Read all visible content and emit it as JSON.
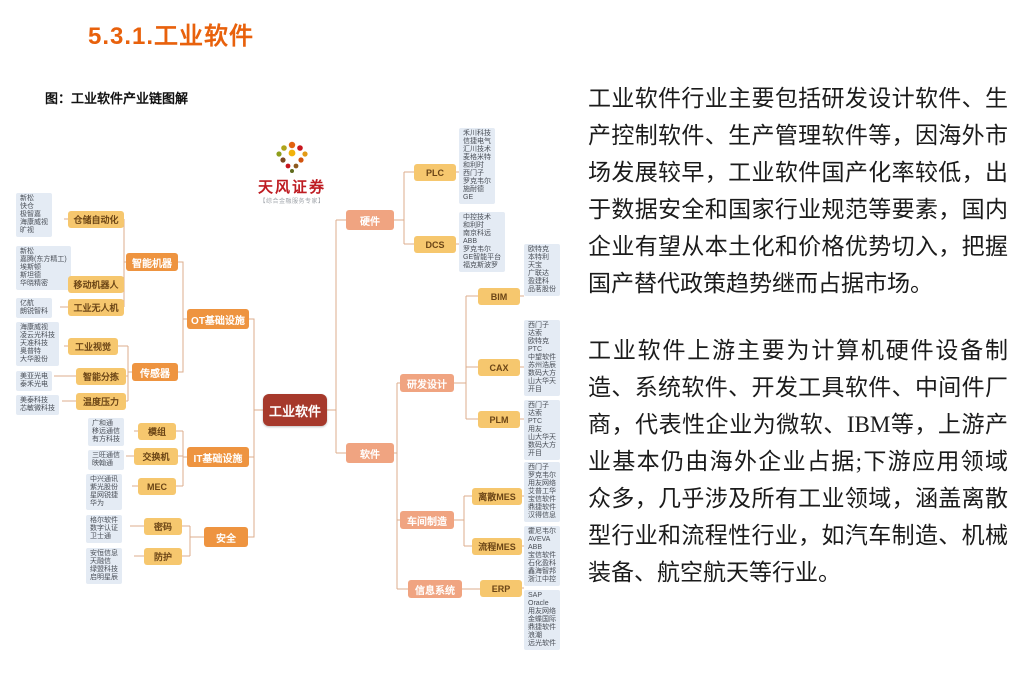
{
  "title": "5.3.1.工业软件",
  "figure_caption": "图：工业软件产业链图解",
  "logo": {
    "name": "天风证券",
    "tagline": "【综合金融服务专家】"
  },
  "colors": {
    "title_orange": "#E8610C",
    "center_red": "#A6392B",
    "branch_orange": "#EE9440",
    "branch_salmon": "#F0A481",
    "leaf_yellow": "#F6C76E",
    "company_block_bg": "#E4EBF4",
    "logo_red": "#BE1C22"
  },
  "diagram": {
    "nodes": {
      "center": "工业软件",
      "ot": "OT基础设施",
      "it": "IT基础设施",
      "anquan": "安全",
      "zhineng": "智能机器",
      "chuanganqi": "传感器",
      "cangchu": "仓储自动化",
      "yidong": "移动机器人",
      "wurenji": "工业无人机",
      "shijue": "工业视觉",
      "fenjian": "智能分拣",
      "wendu": "温度压力",
      "muzu": "模组",
      "jiaohuanji": "交换机",
      "mec": "MEC",
      "mima": "密码",
      "fanghu": "防护",
      "yingjian": "硬件",
      "ruanjian": "软件",
      "plc": "PLC",
      "dcs": "DCS",
      "yanfa": "研发设计",
      "chejian": "车间制造",
      "xinxi": "信息系统",
      "bim": "BIM",
      "cax": "CAX",
      "plm": "PLM",
      "lisan": "离散MES",
      "liucheng": "流程MES",
      "erp": "ERP"
    },
    "companies": {
      "cangchu": [
        "新松",
        "快仓",
        "极智嘉",
        "海康威视",
        "旷视"
      ],
      "yidong": [
        "新松",
        "嘉腾(东方精工)",
        "埃斯顿",
        "斯坦德",
        "华晓精密"
      ],
      "wurenji": [
        "亿航",
        "朗锐智科"
      ],
      "shijue": [
        "海康威视",
        "凌云光科技",
        "天准科技",
        "奥普特",
        "大华股份"
      ],
      "fenjian": [
        "美亚光电",
        "泰禾光电"
      ],
      "wendu": [
        "美泰科技",
        "芯敏微科技"
      ],
      "muzu": [
        "广和通",
        "移远通信",
        "有方科技"
      ],
      "jiaohuanji": [
        "三旺通信",
        "映翰通"
      ],
      "mec": [
        "中兴通讯",
        "紫光股份",
        "星网锐捷",
        "华为"
      ],
      "mima": [
        "格尔软件",
        "数字认证",
        "卫士通"
      ],
      "fanghu": [
        "安恒信息",
        "天融信",
        "绿盟科技",
        "启明星辰"
      ],
      "plc": [
        "禾川科技",
        "信捷电气",
        "汇川技术",
        "麦格米特",
        "和利时",
        "西门子",
        "罗克韦尔",
        "施耐德",
        "GE"
      ],
      "dcs": [
        "中控技术",
        "和利时",
        "南京科远",
        "ABB",
        "罗克韦尔",
        "GE智能平台",
        "福克斯波罗"
      ],
      "bim": [
        "欧特克",
        "本特利",
        "天宝",
        "广联达",
        "盈建科",
        "品茗股份"
      ],
      "cax": [
        "西门子",
        "达索",
        "欧特克",
        "PTC",
        "中望软件",
        "苏州浩辰",
        "数码大方",
        "山大华天",
        "开目"
      ],
      "plm": [
        "西门子",
        "达索",
        "PTC",
        "用友",
        "山大华天",
        "数码大方",
        "开目"
      ],
      "lisan": [
        "西门子",
        "罗克韦尔",
        "用友网络",
        "艾普工华",
        "宝信软件",
        "鼎捷软件",
        "汉得信息"
      ],
      "liucheng": [
        "霍尼韦尔",
        "AVEVA",
        "ABB",
        "宝信软件",
        "石化盈科",
        "鑫海智邦",
        "浙江中控"
      ],
      "erp": [
        "SAP",
        "Oracle",
        "用友网络",
        "金蝶国际",
        "鼎捷软件",
        "浪潮",
        "远光软件"
      ]
    }
  },
  "article": {
    "p1": "工业软件行业主要包括研发设计软件、生产控制软件、生产管理软件等，因海外市场发展较早，工业软件国产化率较低，出于数据安全和国家行业规范等要素，国内企业有望从本土化和价格优势切入，把握国产替代政策趋势继而占据市场。",
    "p2": "工业软件上游主要为计算机硬件设备制造、系统软件、开发工具软件、中间件厂商，代表性企业为微软、IBM等，上游产业基本仍由海外企业占据;下游应用领域众多，几乎涉及所有工业领域，涵盖离散型行业和流程性行业，如汽车制造、机械装备、航空航天等行业。"
  }
}
